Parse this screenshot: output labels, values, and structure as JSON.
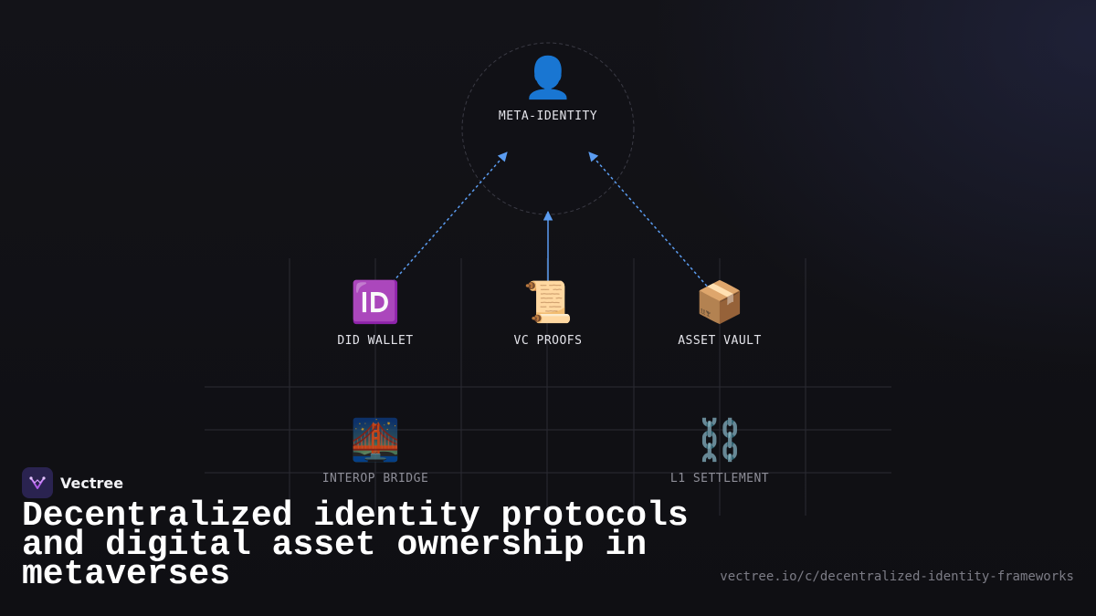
{
  "diagram": {
    "hub": {
      "label": "META-IDENTITY",
      "icon": "bust-in-silhouette-icon",
      "glyph": "👤"
    },
    "layer1": [
      {
        "label": "DID WALLET",
        "icon": "id-button-icon",
        "glyph": "🆔"
      },
      {
        "label": "VC PROOFS",
        "icon": "scroll-icon",
        "glyph": "📜"
      },
      {
        "label": "ASSET VAULT",
        "icon": "package-icon",
        "glyph": "📦"
      }
    ],
    "layer2": [
      {
        "label": "INTEROP BRIDGE",
        "icon": "bridge-at-night-icon",
        "glyph": "🌉"
      },
      {
        "label": "L1 SETTLEMENT",
        "icon": "chains-icon",
        "glyph": "⛓️"
      }
    ],
    "colors": {
      "arrow": "#5b9cf0",
      "grid": "#2b2b33",
      "accent": "#b05ee8"
    }
  },
  "brand": {
    "name": "Vectree",
    "logo": "vectree-logo-icon"
  },
  "headline": "Decentralized identity protocols and digital asset ownership in metaverses",
  "url": "vectree.io/c/decentralized-identity-frameworks"
}
